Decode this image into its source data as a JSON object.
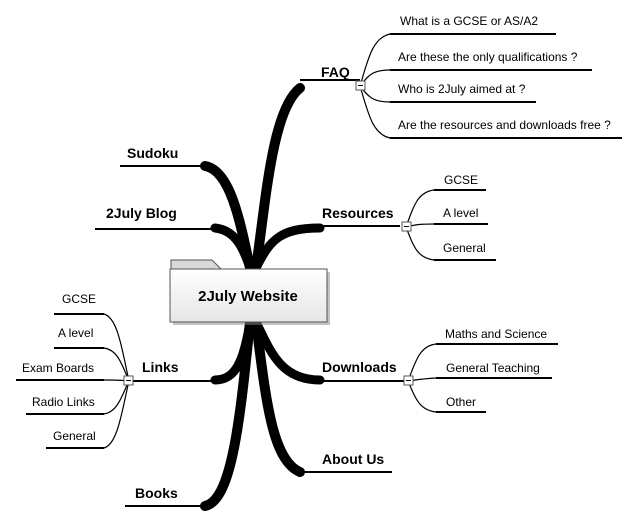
{
  "center": {
    "title": "2July Website"
  },
  "right": {
    "faq": {
      "label": "FAQ",
      "children": [
        "What is a GCSE or AS/A2",
        "Are these the only qualifications ?",
        "Who is 2July aimed at ?",
        "Are the resources and downloads free ?"
      ]
    },
    "resources": {
      "label": "Resources",
      "children": [
        "GCSE",
        "A level",
        "General"
      ]
    },
    "downloads": {
      "label": "Downloads",
      "children": [
        "Maths and Science",
        "General Teaching",
        "Other"
      ]
    },
    "about": {
      "label": "About Us"
    }
  },
  "left": {
    "sudoku": {
      "label": "Sudoku"
    },
    "blog": {
      "label": "2July Blog"
    },
    "links": {
      "label": "Links",
      "children": [
        "GCSE",
        "A level",
        "Exam Boards",
        "Radio Links",
        "General"
      ]
    },
    "books": {
      "label": "Books"
    }
  },
  "toggle_symbol": "−"
}
